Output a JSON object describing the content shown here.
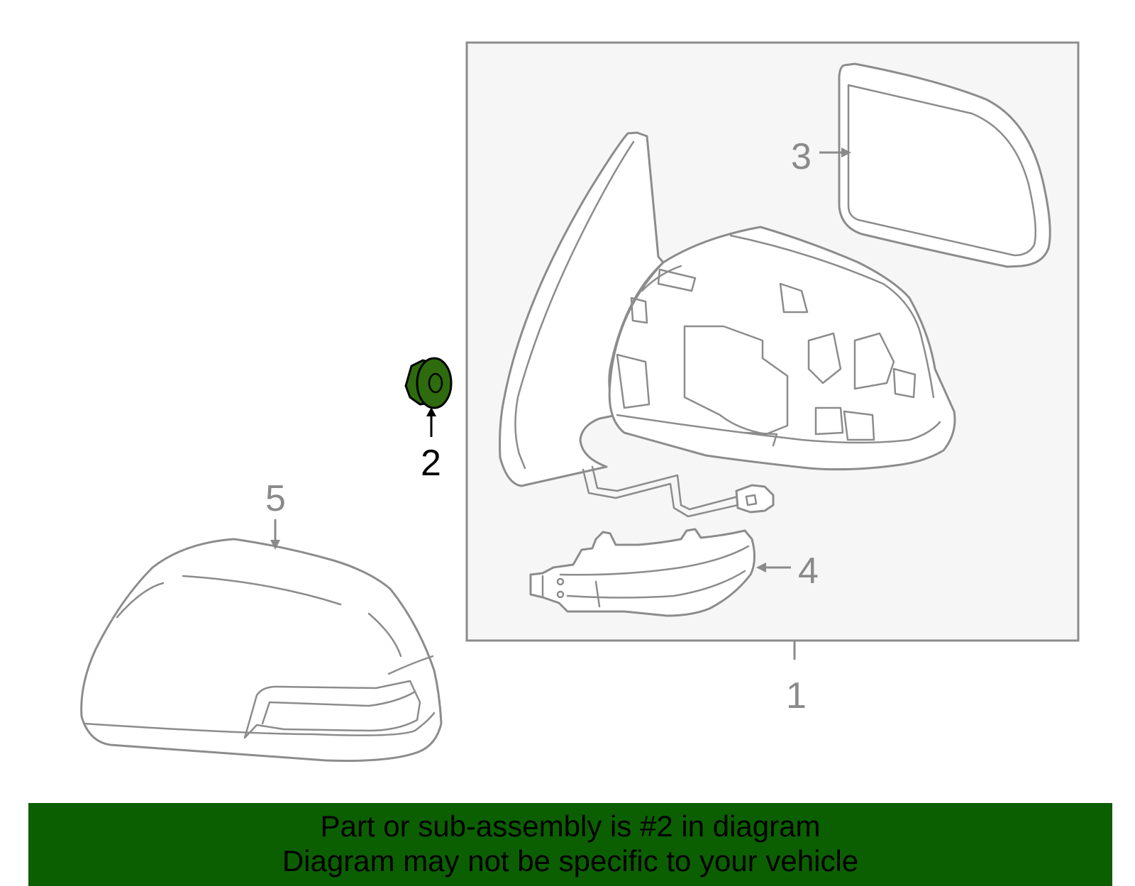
{
  "callouts": {
    "c1": "1",
    "c2": "2",
    "c3": "3",
    "c4": "4",
    "c5": "5"
  },
  "colors": {
    "highlight": "#2e6b0e",
    "banner": "#0c5f00",
    "line": "#8c8c8c",
    "assembly_box": "#f6f6f6"
  },
  "banner": {
    "line1": "Part or sub-assembly is #2 in diagram",
    "line2": "Diagram may not be specific to your vehicle"
  }
}
